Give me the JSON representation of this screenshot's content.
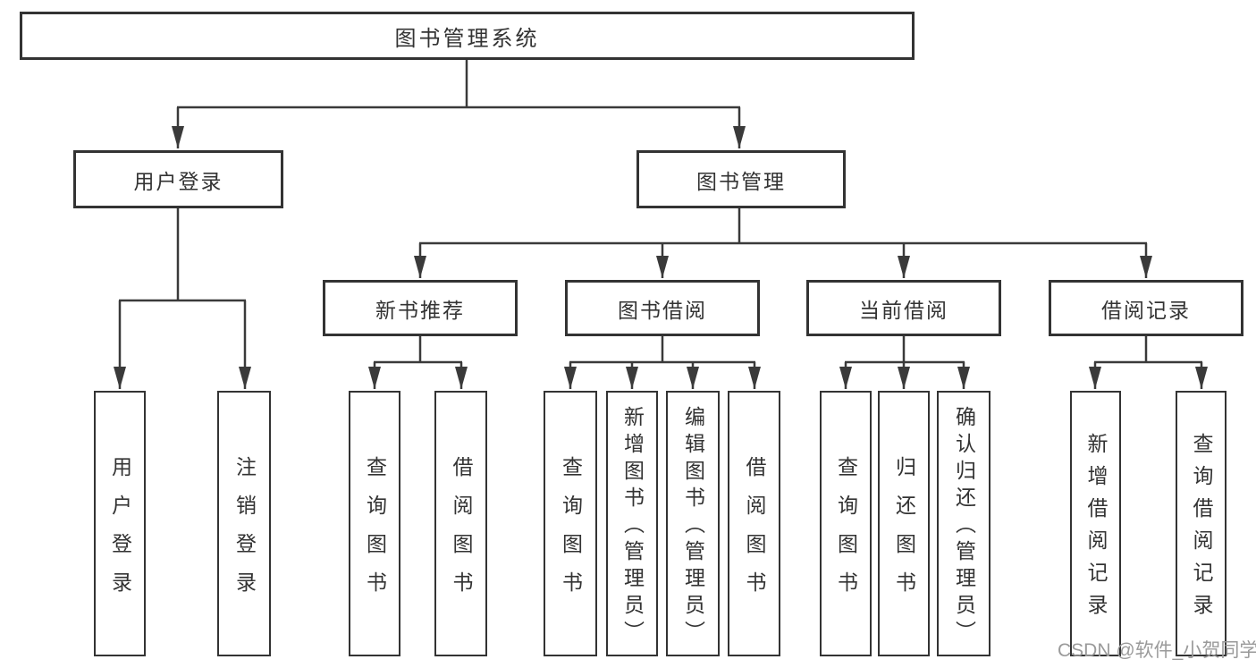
{
  "colors": {
    "line-color": "#3a3a3a",
    "box-border-color": "#333333",
    "box-fill-color": "#ffffff",
    "text-color": "#333333",
    "watermark-color": "#9a9a9a",
    "page-background": "#ffffff"
  },
  "tree": {
    "root": {
      "label": "图书管理系统"
    },
    "branches": [
      {
        "label": "用户登录",
        "leaves": [
          {
            "label": "用户登录"
          },
          {
            "label": "注销登录"
          }
        ]
      },
      {
        "label": "图书管理",
        "groups": [
          {
            "label": "新书推荐",
            "leaves": [
              {
                "label": "查询图书"
              },
              {
                "label": "借阅图书"
              }
            ]
          },
          {
            "label": "图书借阅",
            "leaves": [
              {
                "label": "查询图书"
              },
              {
                "label": "新增图书（管理员）"
              },
              {
                "label": "编辑图书（管理员）"
              },
              {
                "label": "借阅图书"
              }
            ]
          },
          {
            "label": "当前借阅",
            "leaves": [
              {
                "label": "查询图书"
              },
              {
                "label": "归还图书"
              },
              {
                "label": "确认归还（管理员）"
              }
            ]
          },
          {
            "label": "借阅记录",
            "leaves": [
              {
                "label": "新增借阅记录"
              },
              {
                "label": "查询借阅记录"
              }
            ]
          }
        ]
      }
    ]
  },
  "watermark": {
    "text": "CSDN @软件_小贺同学"
  }
}
